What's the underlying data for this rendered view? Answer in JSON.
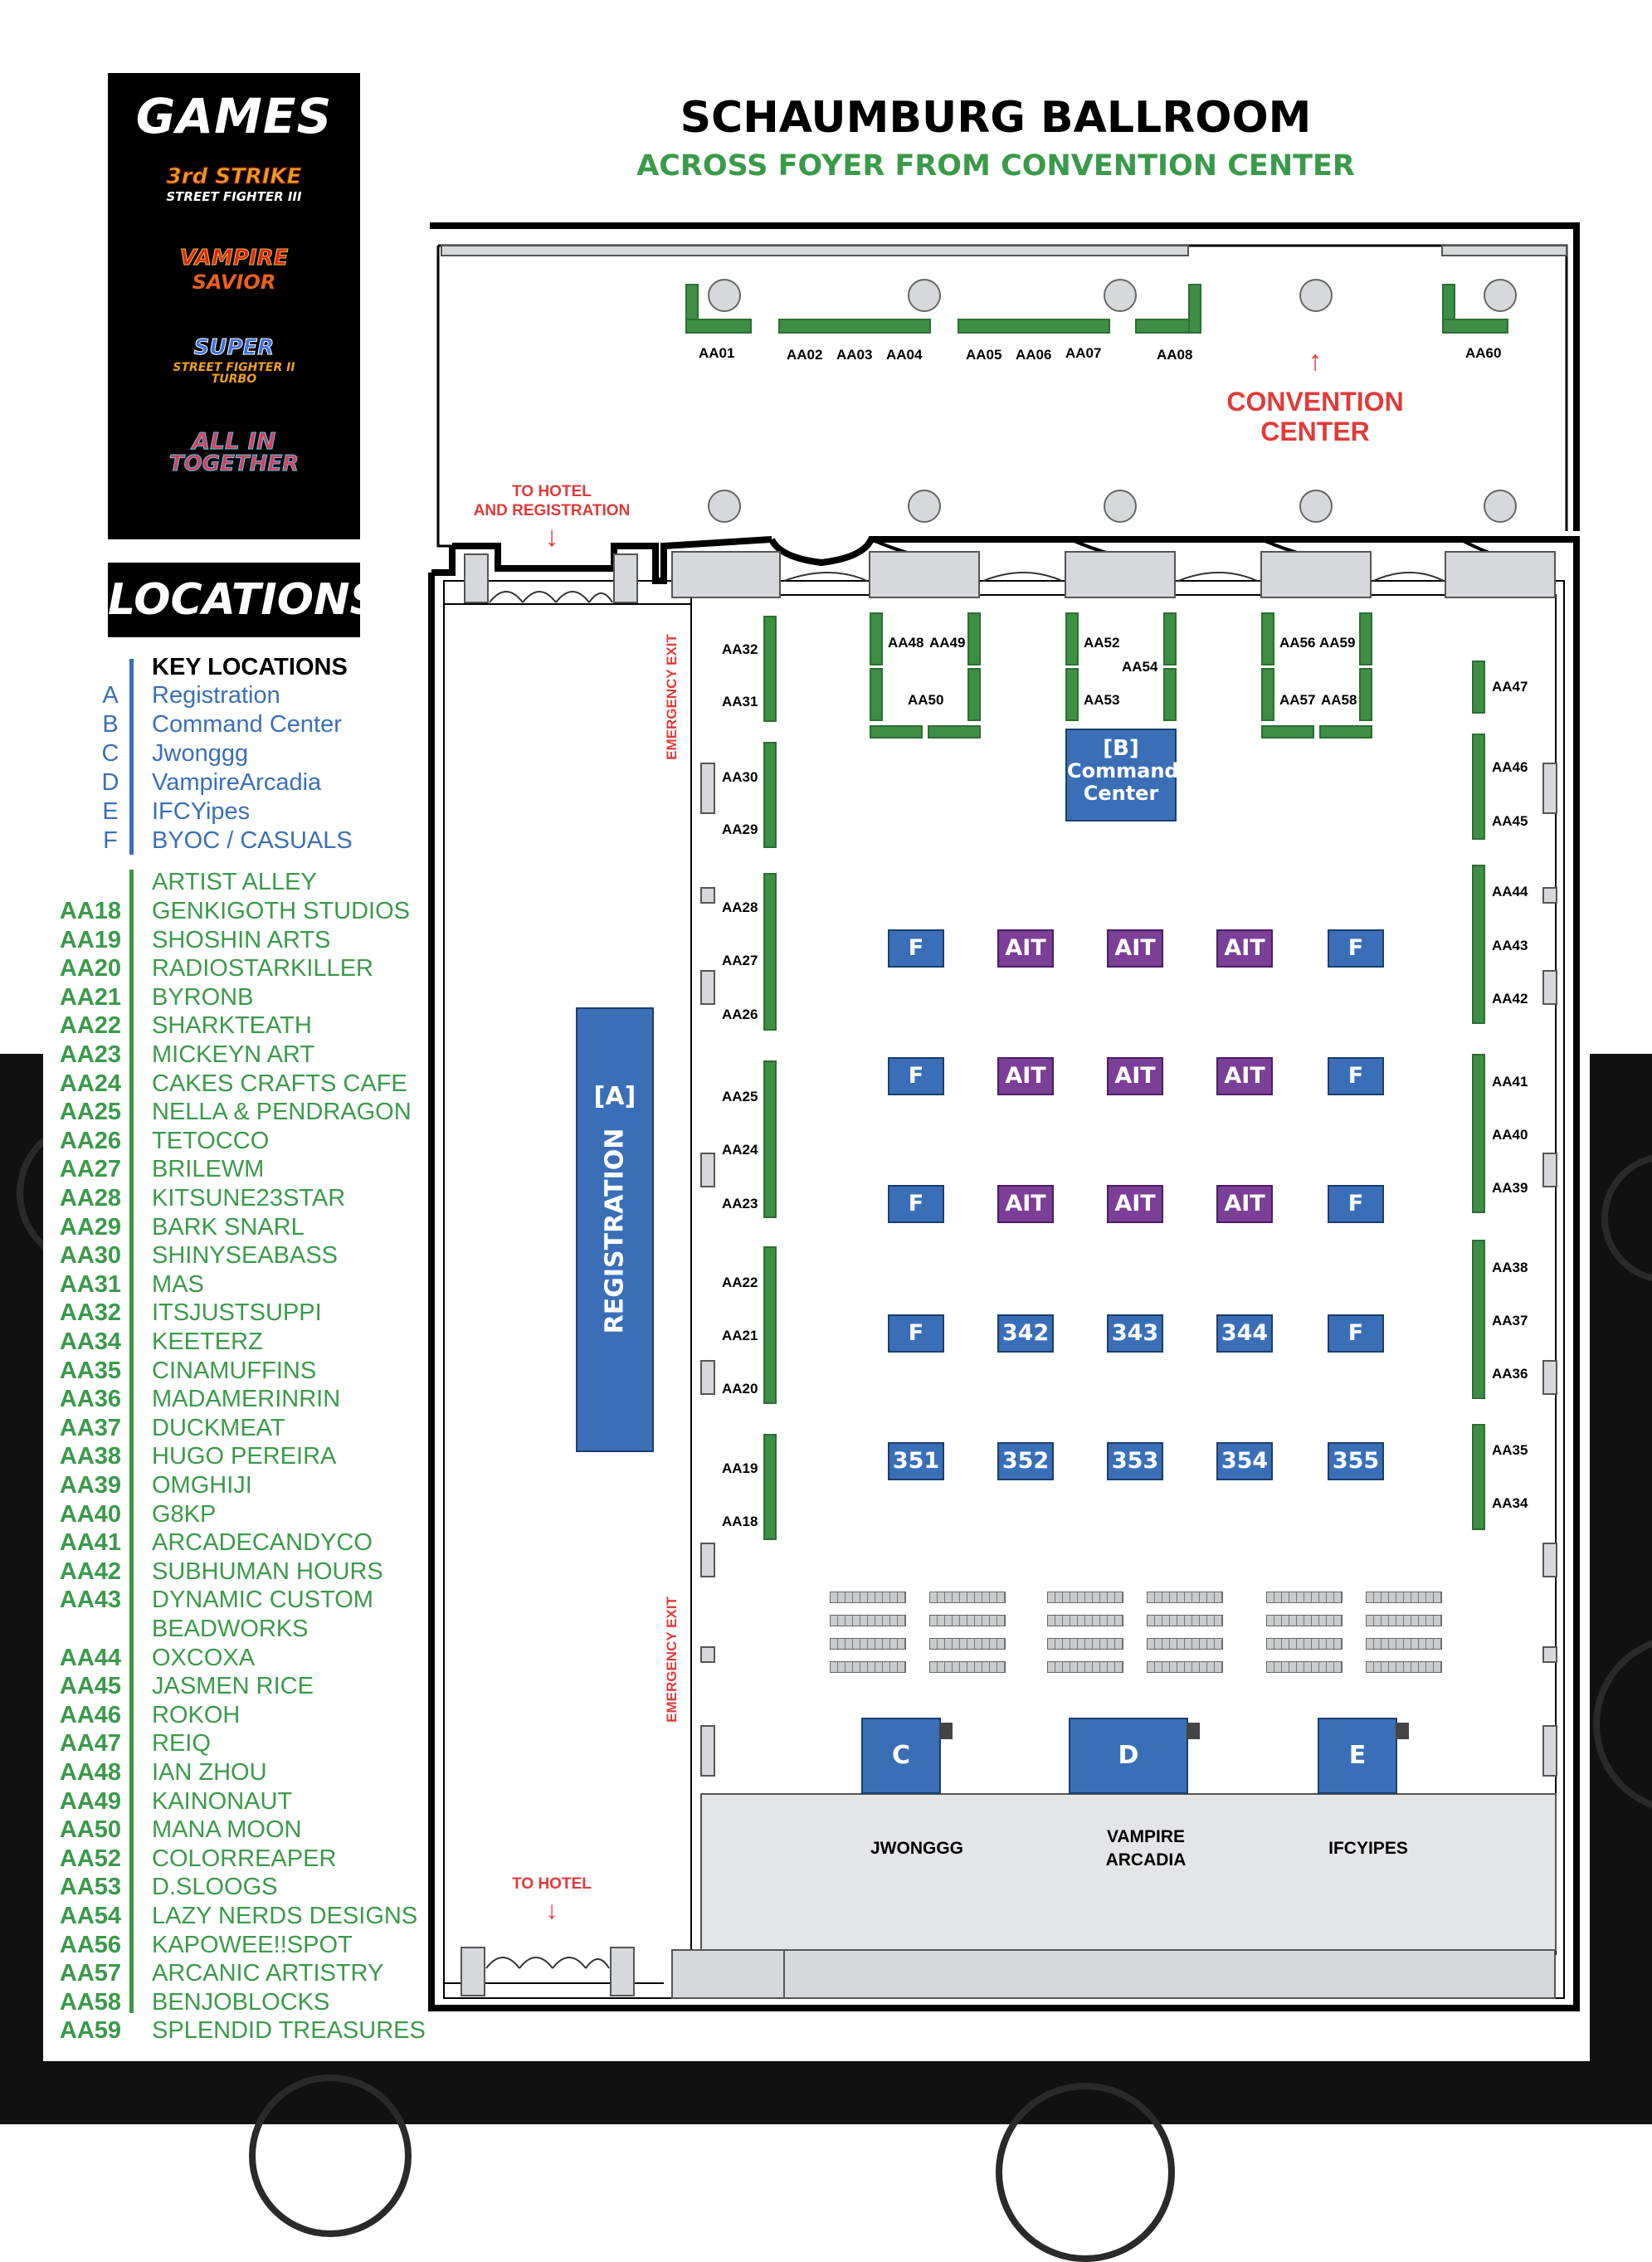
{
  "map": {
    "title": "SCHAUMBURG BALLROOM",
    "subtitle": "ACROSS FOYER FROM CONVENTION CENTER",
    "convention_center": "CONVENTION CENTER",
    "to_hotel_registration_1": "TO HOTEL",
    "to_hotel_registration_2": "AND REGISTRATION",
    "to_hotel": "TO HOTEL",
    "emergency_exit": "EMERGENCY EXIT",
    "registration_code": "[A]",
    "registration_label": "REGISTRATION",
    "command_code": "[B]",
    "command_line1": "Command",
    "command_line2": "Center",
    "stage_c": "C",
    "stage_d": "D",
    "stage_e": "E",
    "stage_c_name": "JWONGGG",
    "stage_d_name_1": "VAMPIRE",
    "stage_d_name_2": "ARCADIA",
    "stage_e_name": "IFCYIPES",
    "top_booths": [
      "AA01",
      "AA02",
      "AA03",
      "AA04",
      "AA05",
      "AA06",
      "AA07",
      "AA08",
      "AA60"
    ],
    "left_booths": [
      "AA32",
      "AA31",
      "AA30",
      "AA29",
      "AA28",
      "AA27",
      "AA26",
      "AA25",
      "AA24",
      "AA23",
      "AA22",
      "AA21",
      "AA20",
      "AA19",
      "AA18"
    ],
    "right_booths": [
      "AA47",
      "AA46",
      "AA45",
      "AA44",
      "AA43",
      "AA42",
      "AA41",
      "AA40",
      "AA39",
      "AA38",
      "AA37",
      "AA36",
      "AA35",
      "AA34"
    ],
    "pod_booths": [
      "AA48",
      "AA49",
      "AA50",
      "AA52",
      "AA54",
      "AA53",
      "AA56",
      "AA59",
      "AA57",
      "AA58"
    ],
    "grid_rows": [
      [
        "F",
        "AIT",
        "AIT",
        "AIT",
        "F"
      ],
      [
        "F",
        "AIT",
        "AIT",
        "AIT",
        "F"
      ],
      [
        "F",
        "AIT",
        "AIT",
        "AIT",
        "F"
      ],
      [
        "F",
        "342",
        "343",
        "344",
        "F"
      ],
      [
        "351",
        "352",
        "353",
        "354",
        "355"
      ]
    ]
  },
  "games": {
    "title": "GAMES",
    "logos": [
      {
        "line1": "3rd STRIKE",
        "line2": "STREET FIGHTER III"
      },
      {
        "line1": "VAMPIRE",
        "line2": "SAVIOR"
      },
      {
        "line1": "SUPER",
        "line2": "STREET FIGHTER II TURBO"
      },
      {
        "line1": "ALL IN",
        "line2": "TOGETHER"
      }
    ]
  },
  "legend": {
    "title": "LOCATIONS",
    "key_header": "KEY LOCATIONS",
    "keys": [
      {
        "code": "A",
        "name": "Registration"
      },
      {
        "code": "B",
        "name": "Command Center"
      },
      {
        "code": "C",
        "name": "Jwonggg"
      },
      {
        "code": "D",
        "name": "VampireArcadia"
      },
      {
        "code": "E",
        "name": "IFCYipes"
      },
      {
        "code": "F",
        "name": "BYOC / CASUALS"
      }
    ],
    "artist_header": "ARTIST ALLEY",
    "artists": [
      {
        "code": "AA18",
        "name": "GENKIGOTH STUDIOS"
      },
      {
        "code": "AA19",
        "name": "SHOSHIN ARTS"
      },
      {
        "code": "AA20",
        "name": "RADIOSTARKILLER"
      },
      {
        "code": "AA21",
        "name": "BYRONB"
      },
      {
        "code": "AA22",
        "name": "SHARKTEATH"
      },
      {
        "code": "AA23",
        "name": "MICKEYN ART"
      },
      {
        "code": "AA24",
        "name": "CAKES CRAFTS CAFE"
      },
      {
        "code": "AA25",
        "name": "NELLA & PENDRAGON"
      },
      {
        "code": "AA26",
        "name": "TETOCCO"
      },
      {
        "code": "AA27",
        "name": "BRILEWM"
      },
      {
        "code": "AA28",
        "name": "KITSUNE23STAR"
      },
      {
        "code": "AA29",
        "name": "BARK SNARL"
      },
      {
        "code": "AA30",
        "name": "SHINYSEABASS"
      },
      {
        "code": "AA31",
        "name": "MAS"
      },
      {
        "code": "AA32",
        "name": "ITSJUSTSUPPI"
      },
      {
        "code": "AA34",
        "name": "KEETERZ"
      },
      {
        "code": "AA35",
        "name": "CINAMUFFINS"
      },
      {
        "code": "AA36",
        "name": "MADAMERINRIN"
      },
      {
        "code": "AA37",
        "name": "DUCKMEAT"
      },
      {
        "code": "AA38",
        "name": "HUGO PEREIRA"
      },
      {
        "code": "AA39",
        "name": "OMGHIJI"
      },
      {
        "code": "AA40",
        "name": "G8KP"
      },
      {
        "code": "AA41",
        "name": "ARCADECANDYCO"
      },
      {
        "code": "AA42",
        "name": "SUBHUMAN HOURS"
      },
      {
        "code": "AA43",
        "name": "DYNAMIC CUSTOM"
      },
      {
        "code": "",
        "name": "BEADWORKS"
      },
      {
        "code": "AA44",
        "name": "OXCOXA"
      },
      {
        "code": "AA45",
        "name": "JASMEN RICE"
      },
      {
        "code": "AA46",
        "name": "ROKOH"
      },
      {
        "code": "AA47",
        "name": "REIQ"
      },
      {
        "code": "AA48",
        "name": "IAN ZHOU"
      },
      {
        "code": "AA49",
        "name": "KAINONAUT"
      },
      {
        "code": "AA50",
        "name": "MANA MOON"
      },
      {
        "code": "AA52",
        "name": "COLORREAPER"
      },
      {
        "code": "AA53",
        "name": "D.SLOOGS"
      },
      {
        "code": "AA54",
        "name": "LAZY NERDS DESIGNS"
      },
      {
        "code": "AA56",
        "name": "KAPOWEE!!SPOT"
      },
      {
        "code": "AA57",
        "name": "ARCANIC ARTISTRY"
      },
      {
        "code": "AA58",
        "name": "BENJOBLOCKS"
      },
      {
        "code": "AA59",
        "name": "SPLENDID TREASURES"
      }
    ]
  },
  "colors": {
    "green": "#3a9a4a",
    "blue": "#3a6fb8",
    "purple": "#7b3f98",
    "red": "#e03a3a",
    "black": "#000000"
  }
}
